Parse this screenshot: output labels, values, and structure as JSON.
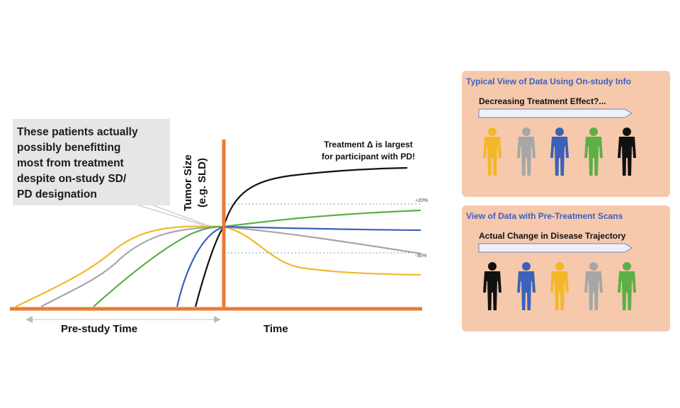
{
  "callout": {
    "lines": [
      "These patients actually",
      "possibly benefitting",
      "most from treatment",
      "despite on-study SD/",
      "PD designation"
    ]
  },
  "y_axis_label": [
    "Tumor Size",
    "(e.g. SLD)"
  ],
  "annotation": [
    "Treatment Δ is largest",
    "for participant with PD!"
  ],
  "thresholds": {
    "upper": "+20%",
    "lower": "-30%"
  },
  "x_labels": {
    "pre": "Pre-study Time",
    "post": "Time"
  },
  "colors": {
    "axis": "#ee7a33",
    "yellow": "#f2b82a",
    "gray": "#a6a6a6",
    "green": "#5bb045",
    "blue": "#3a62b8",
    "black": "#111111",
    "panel_bg": "#f6c9ac",
    "panel_title": "#3b5fc4"
  },
  "panels": [
    {
      "title": "Typical View of Data Using On-study Info",
      "subtitle": "Decreasing Treatment Effect?...",
      "figure_colors": [
        "yellow",
        "gray",
        "blue",
        "green",
        "black"
      ]
    },
    {
      "title": "View of Data with Pre-Treatment Scans",
      "subtitle": "Actual Change in Disease Trajectory",
      "figure_colors": [
        "black",
        "blue",
        "yellow",
        "gray",
        "green"
      ]
    }
  ]
}
